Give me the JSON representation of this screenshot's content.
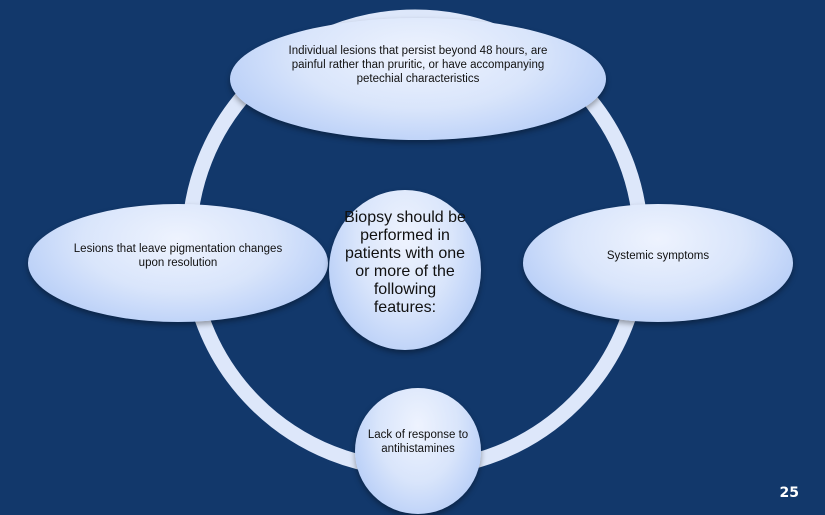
{
  "slide": {
    "central_concept": "Biopsy should be performed in patients with one or more of the following features:",
    "features": [
      {
        "id": "persistent-lesions",
        "text": "Individual lesions that persist beyond 48 hours, are painful rather than pruritic, or have accompanying petechial characteristics"
      },
      {
        "id": "systemic-symptoms",
        "text": "Systemic symptoms"
      },
      {
        "id": "antihistamine-nonresponse",
        "text": "Lack of response to antihistamines"
      },
      {
        "id": "pigmentation-changes",
        "text": "Lesions that leave pigmentation changes upon resolution"
      }
    ],
    "page_number": "25"
  },
  "colors": {
    "background": "#12386b",
    "ring": "#dde7fa",
    "node_fill": "#d9e5fb"
  }
}
